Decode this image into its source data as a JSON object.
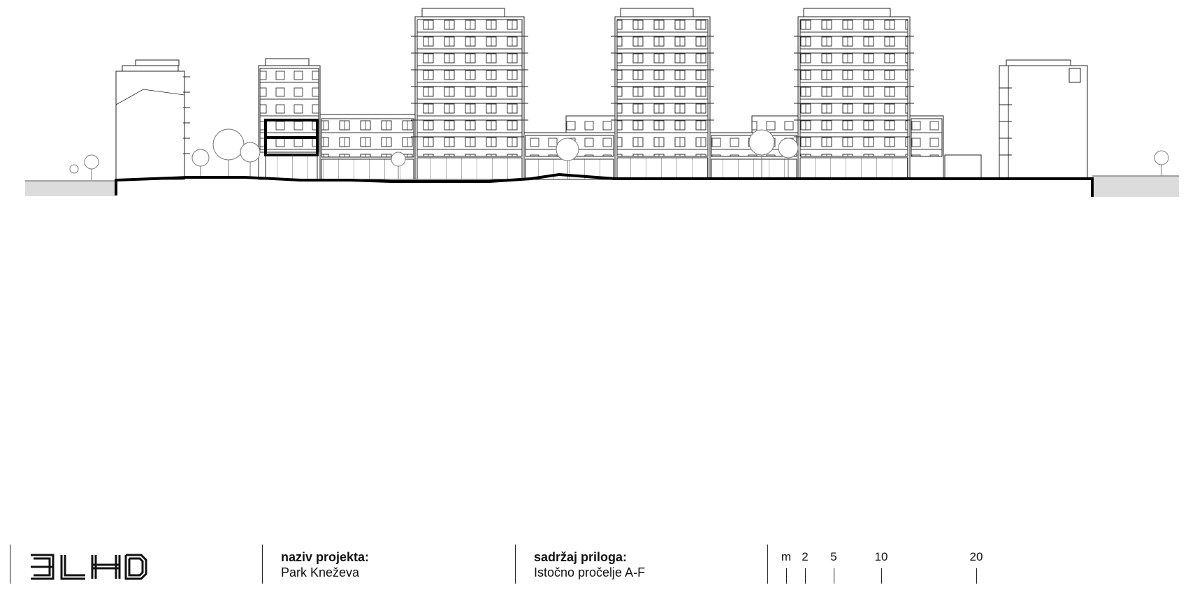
{
  "drawing": {
    "view": "east elevation",
    "line_color": "#222222",
    "ground_fill": "#dcdcdc",
    "section_cut_color": "#000000"
  },
  "titleblock": {
    "logo_text": "3LHD",
    "project_label": "naziv projekta:",
    "project_value": "Park Kneževa",
    "content_label": "sadržaj priloga:",
    "content_value": "Istočno pročelje A-F"
  },
  "scale_bar": {
    "unit": "m",
    "ticks": [
      "2",
      "5",
      "10",
      "20"
    ]
  }
}
